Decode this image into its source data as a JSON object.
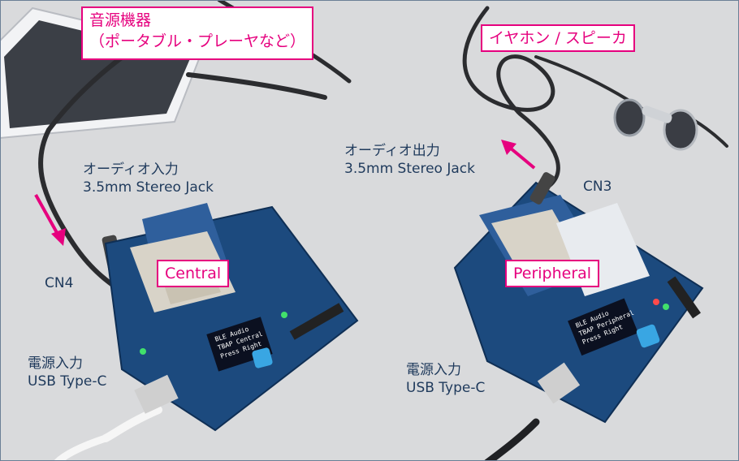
{
  "callouts": {
    "audio_source_line1": "音源機器",
    "audio_source_line2": "（ポータブル・プレーヤなど）",
    "earphone": "イヤホン / スピーカ",
    "central": "Central",
    "peripheral": "Peripheral"
  },
  "labels": {
    "audio_in_title": "オーディオ入力",
    "audio_in_spec": "3.5mm Stereo Jack",
    "audio_out_title": "オーディオ出力",
    "audio_out_spec": "3.5mm Stereo Jack",
    "cn4": "CN4",
    "cn3": "CN3",
    "power_left_title": "電源入力",
    "power_left_spec": "USB Type-C",
    "power_right_title": "電源入力",
    "power_right_spec": "USB Type-C"
  },
  "oled_left": [
    "BLE Audio",
    "TBAP Central",
    "Press Right"
  ],
  "oled_right": [
    "BLE Audio",
    "TBAP Peripheral",
    "Press Right"
  ],
  "colors": {
    "accent": "#e6007e",
    "label_text": "#1f3a5c",
    "board": "#1c4a7e",
    "background": "#d9dadc"
  }
}
